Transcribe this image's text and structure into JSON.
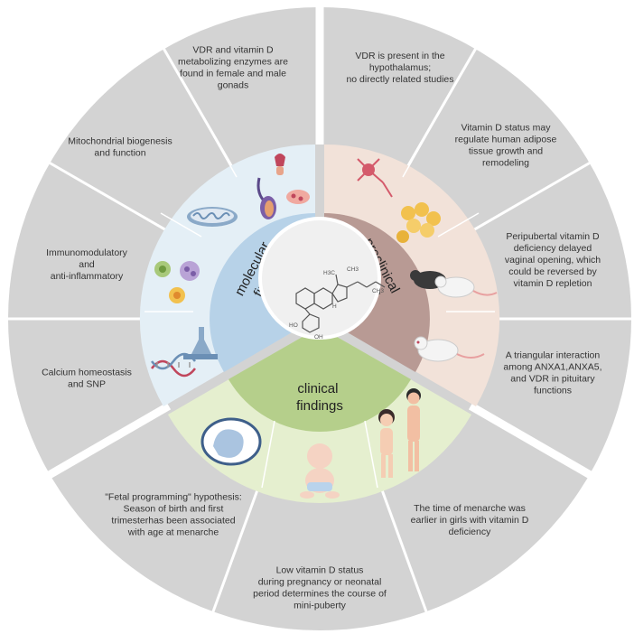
{
  "colors": {
    "outer_ring": "#d3d3d3",
    "gap": "#ffffff",
    "molecular_light": "#e4eff6",
    "molecular_band": "#b7d2e8",
    "preclinical_light": "#f2e2d9",
    "preclinical_band": "#b89a94",
    "clinical_light": "#e5efcf",
    "clinical_band": "#b5cf8b",
    "center": "#f0f0f0"
  },
  "groups": {
    "molecular": {
      "label_line1": "molecular",
      "label_line2": "findings"
    },
    "preclinical": {
      "label_line1": "preclinical",
      "label_line2": "findings"
    },
    "clinical": {
      "label_line1": "clinical",
      "label_line2": "findings"
    }
  },
  "findings": [
    {
      "group": "preclinical",
      "lines": [
        "VDR is present in the",
        "hypothalamus;",
        "no directly related studies"
      ]
    },
    {
      "group": "preclinical",
      "lines": [
        "Vitamin D status may",
        "regulate human adipose",
        "tissue growth and",
        "remodeling"
      ]
    },
    {
      "group": "preclinical",
      "lines": [
        "Peripubertal vitamin D",
        "deficiency delayed",
        "vaginal opening, which",
        "could be reversed by",
        "vitamin D repletion"
      ]
    },
    {
      "group": "preclinical",
      "lines": [
        "A triangular interaction",
        "among ANXA1,ANXA5,",
        "and VDR in pituitary",
        "functions"
      ]
    },
    {
      "group": "clinical",
      "lines": [
        "The time of menarche was",
        "earlier in girls with vitamin D",
        "deficiency"
      ]
    },
    {
      "group": "clinical",
      "lines": [
        "Low vitamin D status",
        "during pregnancy or neonatal",
        "period determines the course of",
        "mini-puberty"
      ]
    },
    {
      "group": "clinical",
      "lines": [
        "\"Fetal programming\" hypothesis:",
        "Season of birth and first",
        "trimesterhas been associated",
        "with age at menarche"
      ]
    },
    {
      "group": "molecular",
      "lines": [
        "Calcium homeostasis",
        "and SNP"
      ]
    },
    {
      "group": "molecular",
      "lines": [
        "Immunomodulatory",
        "and",
        "anti-inflammatory"
      ]
    },
    {
      "group": "molecular",
      "lines": [
        "Mitochondrial biogenesis",
        "and function"
      ]
    },
    {
      "group": "molecular",
      "lines": [
        "VDR and vitamin D",
        "metabolizing enzymes are",
        "found in female and male",
        "gonads"
      ]
    }
  ],
  "icons": {
    "molecular": [
      "gonads-icon",
      "mitochondrion-icon",
      "immune-cells-icon",
      "dna-icon"
    ],
    "preclinical": [
      "neuron-icon",
      "adipose-tissue-icon",
      "rats-icon",
      "rat-icon"
    ],
    "clinical": [
      "fetus-icon",
      "infant-icon",
      "children-icon"
    ]
  },
  "center": {
    "structure": "vitamin-d-molecule-icon",
    "atom_labels": [
      "H3C",
      "CH3",
      "CH3",
      "HO",
      "OH",
      "H"
    ]
  }
}
